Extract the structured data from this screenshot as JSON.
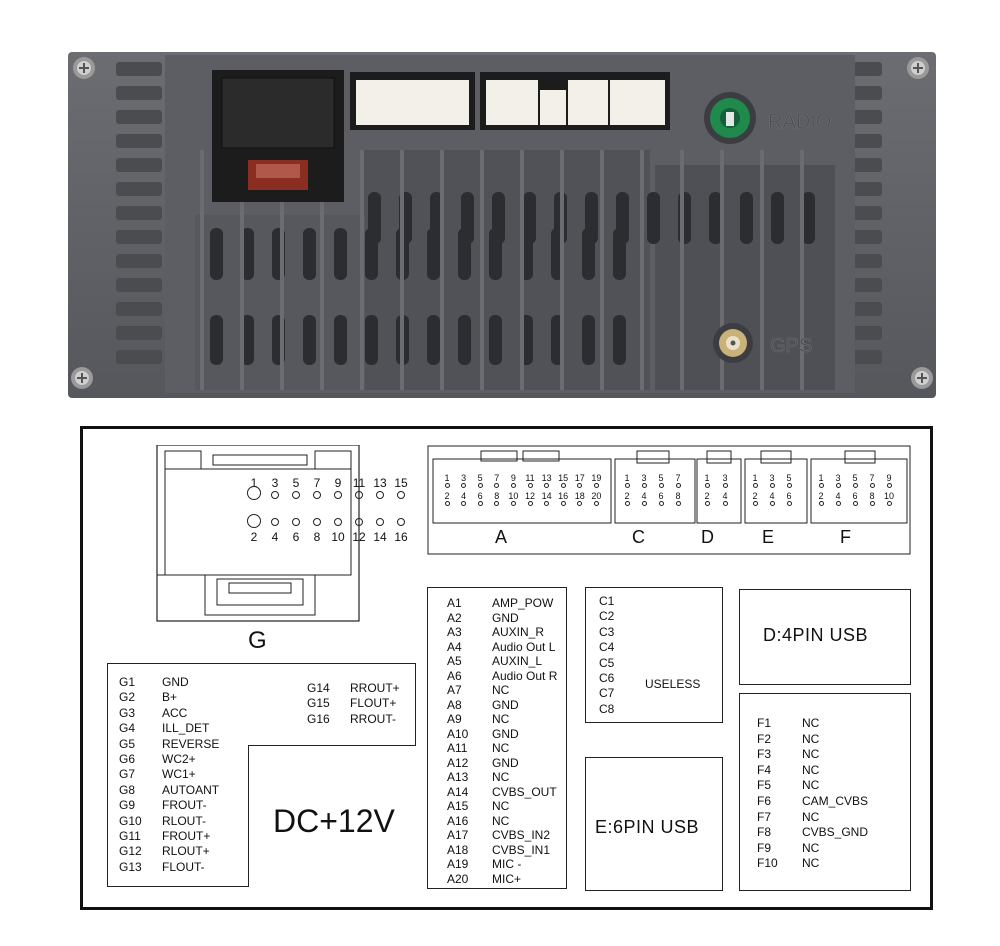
{
  "photo": {
    "radio_label": "RADIO",
    "gps_label": "GPS",
    "colors": {
      "housing": "#5f6166",
      "housing_dark": "#3f4146",
      "connector_white": "#f2f0e8",
      "connector_black": "#1c1c1c",
      "fuse": "#8b2e22",
      "radio_jack": "#1f8a4c",
      "gps_jack": "#c8b27a"
    }
  },
  "connector_g": {
    "label": "G",
    "top_numbers": [
      "1",
      "3",
      "5",
      "7",
      "9",
      "11",
      "13",
      "15"
    ],
    "bottom_numbers": [
      "2",
      "4",
      "6",
      "8",
      "10",
      "12",
      "14",
      "16"
    ],
    "pins_left": [
      {
        "pin": "G1",
        "fn": "GND"
      },
      {
        "pin": "G2",
        "fn": "B+"
      },
      {
        "pin": "G3",
        "fn": "ACC"
      },
      {
        "pin": "G4",
        "fn": "ILL_DET"
      },
      {
        "pin": "G5",
        "fn": "REVERSE"
      },
      {
        "pin": "G6",
        "fn": "WC2+"
      },
      {
        "pin": "G7",
        "fn": "WC1+"
      },
      {
        "pin": "G8",
        "fn": "AUTOANT"
      },
      {
        "pin": "G9",
        "fn": "FROUT-"
      },
      {
        "pin": "G10",
        "fn": "RLOUT-"
      },
      {
        "pin": "G11",
        "fn": "FROUT+"
      },
      {
        "pin": "G12",
        "fn": "RLOUT+"
      },
      {
        "pin": "G13",
        "fn": "FLOUT-"
      }
    ],
    "pins_right": [
      {
        "pin": "G14",
        "fn": "RROUT+"
      },
      {
        "pin": "G15",
        "fn": "FLOUT+"
      },
      {
        "pin": "G16",
        "fn": "RROUT-"
      }
    ],
    "voltage": "DC+12V"
  },
  "connector_strip": {
    "a": {
      "label": "A",
      "top": [
        "1",
        "3",
        "5",
        "7",
        "9",
        "11",
        "13",
        "15",
        "17",
        "19"
      ],
      "bottom": [
        "2",
        "4",
        "6",
        "8",
        "10",
        "12",
        "14",
        "16",
        "18",
        "20"
      ]
    },
    "c": {
      "label": "C",
      "top": [
        "1",
        "3",
        "5",
        "7"
      ],
      "bottom": [
        "2",
        "4",
        "6",
        "8"
      ]
    },
    "d": {
      "label": "D",
      "top": [
        "1",
        "3"
      ],
      "bottom": [
        "2",
        "4"
      ]
    },
    "e": {
      "label": "E",
      "top": [
        "1",
        "3",
        "5"
      ],
      "bottom": [
        "2",
        "4",
        "6"
      ]
    },
    "f": {
      "label": "F",
      "top": [
        "1",
        "3",
        "5",
        "7",
        "9"
      ],
      "bottom": [
        "2",
        "4",
        "6",
        "8",
        "10"
      ]
    }
  },
  "connector_a_pins": [
    {
      "pin": "A1",
      "fn": "AMP_POW"
    },
    {
      "pin": "A2",
      "fn": "GND"
    },
    {
      "pin": "A3",
      "fn": "AUXIN_R"
    },
    {
      "pin": "A4",
      "fn": "Audio Out L"
    },
    {
      "pin": "A5",
      "fn": "AUXIN_L"
    },
    {
      "pin": "A6",
      "fn": "Audio Out R"
    },
    {
      "pin": "A7",
      "fn": "NC"
    },
    {
      "pin": "A8",
      "fn": "GND"
    },
    {
      "pin": "A9",
      "fn": "NC"
    },
    {
      "pin": "A10",
      "fn": "GND"
    },
    {
      "pin": "A11",
      "fn": "NC"
    },
    {
      "pin": "A12",
      "fn": "GND"
    },
    {
      "pin": "A13",
      "fn": "NC"
    },
    {
      "pin": "A14",
      "fn": "CVBS_OUT"
    },
    {
      "pin": "A15",
      "fn": "NC"
    },
    {
      "pin": "A16",
      "fn": "NC"
    },
    {
      "pin": "A17",
      "fn": "CVBS_IN2"
    },
    {
      "pin": "A18",
      "fn": "CVBS_IN1"
    },
    {
      "pin": "A19",
      "fn": "MIC -"
    },
    {
      "pin": "A20",
      "fn": "MIC+"
    }
  ],
  "connector_c": {
    "pins": [
      "C1",
      "C2",
      "C3",
      "C4",
      "C5",
      "C6",
      "C7",
      "C8"
    ],
    "note": "USELESS"
  },
  "connector_d": {
    "caption": "D:4PIN USB"
  },
  "connector_e": {
    "caption": "E:6PIN USB"
  },
  "connector_f_pins": [
    {
      "pin": "F1",
      "fn": "NC"
    },
    {
      "pin": "F2",
      "fn": "NC"
    },
    {
      "pin": "F3",
      "fn": "NC"
    },
    {
      "pin": "F4",
      "fn": "NC"
    },
    {
      "pin": "F5",
      "fn": "NC"
    },
    {
      "pin": "F6",
      "fn": "CAM_CVBS"
    },
    {
      "pin": "F7",
      "fn": "NC"
    },
    {
      "pin": "F8",
      "fn": "CVBS_GND"
    },
    {
      "pin": "F9",
      "fn": "NC"
    },
    {
      "pin": "F10",
      "fn": "NC"
    }
  ]
}
